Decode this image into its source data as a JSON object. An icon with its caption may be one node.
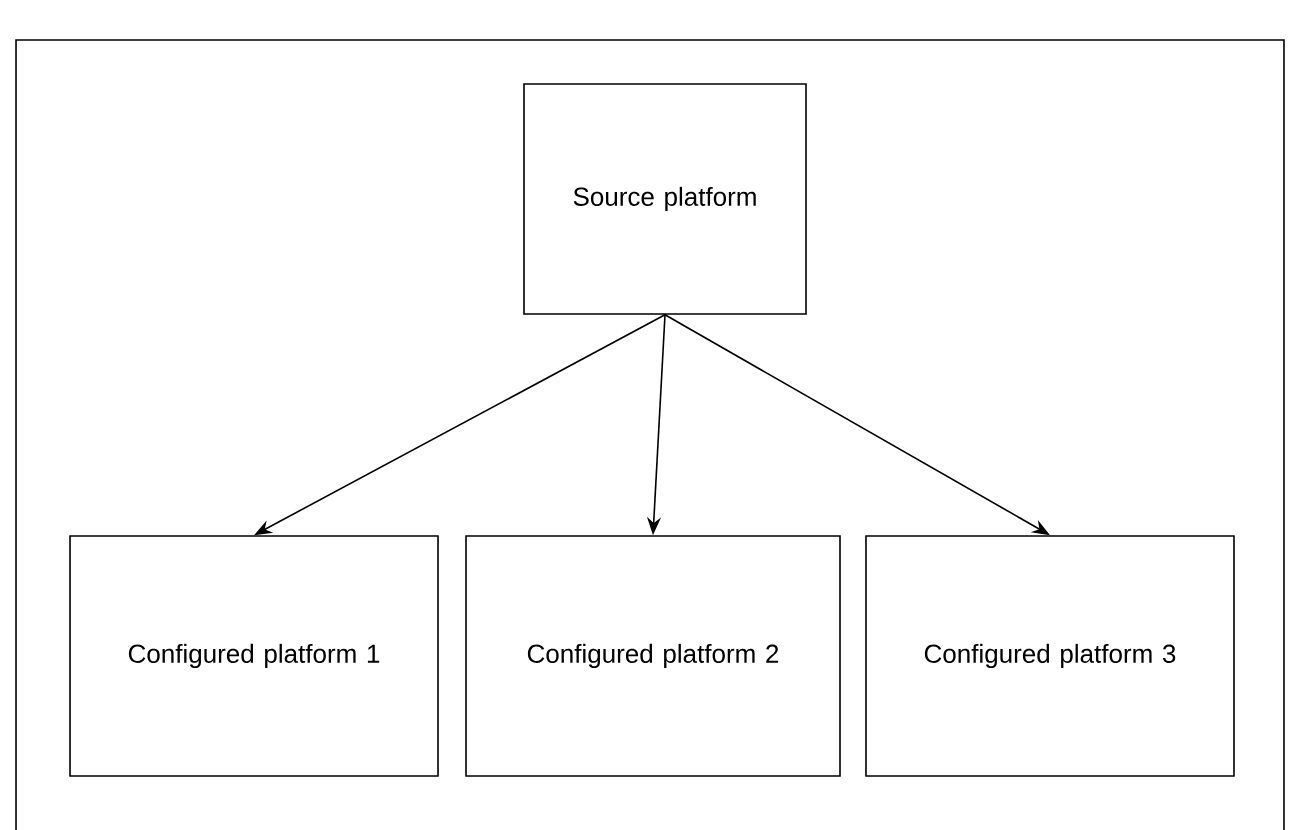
{
  "diagram": {
    "nodes": [
      {
        "text": [
          "Source platform"
        ]
      },
      {
        "text": [
          "Configured platform 1"
        ]
      },
      {
        "text": [
          "Configured platform 2"
        ]
      },
      {
        "text": [
          "Configured platform 3"
        ]
      }
    ],
    "edges": [
      {
        "from": 0,
        "to": 1,
        "arrow": "to"
      },
      {
        "from": 0,
        "to": 2,
        "arrow": "to"
      },
      {
        "from": 0,
        "to": 3,
        "arrow": "to"
      }
    ]
  }
}
